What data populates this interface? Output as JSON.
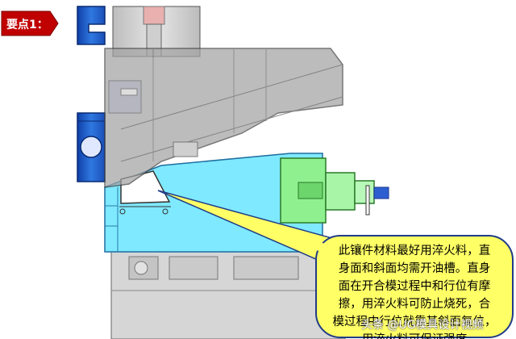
{
  "tag": {
    "label": "要点1：",
    "color": "#c00000"
  },
  "callout": {
    "lines": [
      "此镶件材料最好用淬火料，直",
      "身面和斜面均需开油槽。直身",
      "面在开合模过程中和行位有摩",
      "擦，用淬火料可防止烧死，合",
      "模过程中行位就靠其斜面复位，",
      "用淬火料可保证强度"
    ],
    "fill": "#ffff66",
    "stroke": "#1f3c88"
  },
  "watermark": {
    "text": "头条 @UG模具设计视频"
  },
  "colors": {
    "slider_block": "#7fe9ff",
    "base_plate": "#d4d4d4",
    "blue_part": "#2060c8",
    "green_part": "#8ff08f",
    "translucent_wedge": "#9a9a9a"
  }
}
